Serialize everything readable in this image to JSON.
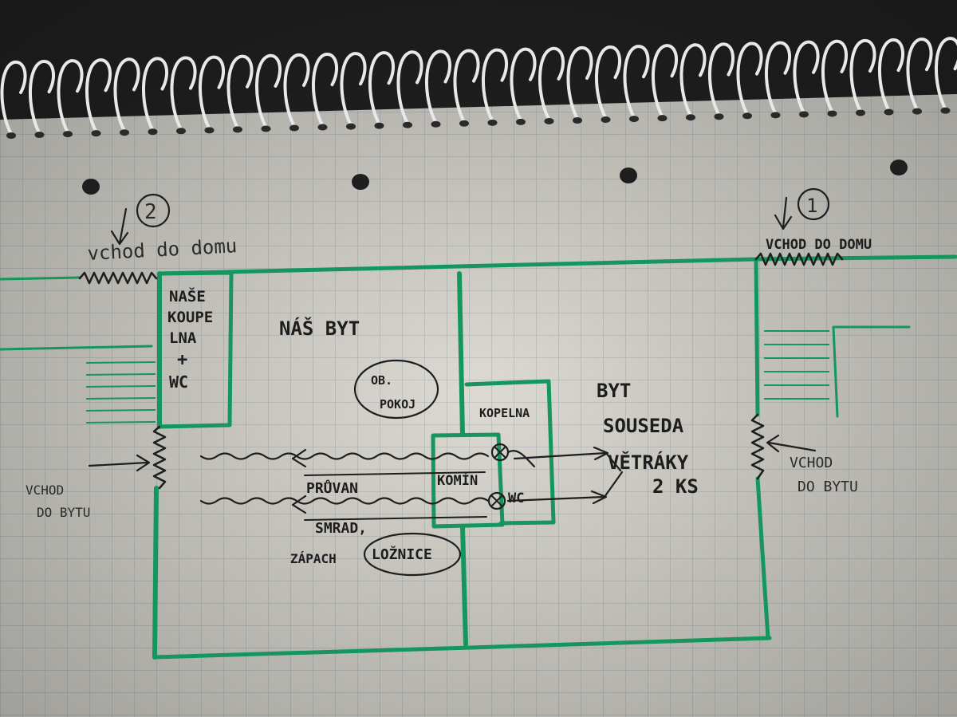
{
  "colors": {
    "paper": "#dcdad2",
    "grid": "#a9b2b8",
    "wall": "#15965f",
    "ink": "#1e1e1e",
    "background": "#232323",
    "spiral": "#e8e8e8"
  },
  "icons": [
    "spiral-binding-icon",
    "punch-hole-icon",
    "arrow-down-icon",
    "arrow-right-icon",
    "arrow-left-icon",
    "fan-icon",
    "door-zigzag-icon"
  ],
  "labels": {
    "entrance_left_number": "2",
    "entrance_left_text": "vchod do domu",
    "entrance_right_number": "1",
    "entrance_right_text": "VCHOD DO DOMU",
    "bathroom_lines": [
      "NAŠE",
      "KOUPE",
      "LNA",
      "+",
      "WC"
    ],
    "our_flat": "NÁŠ BYT",
    "living_room_lines": [
      "OB.",
      "POKOJ"
    ],
    "neighbor_bathroom": "KOPELNA",
    "neighbor_flat_lines": [
      "BYT",
      "SOUSEDA"
    ],
    "fans_lines": [
      "VĚTRÁKY",
      "2 KS"
    ],
    "chimney": "KOMÍN",
    "neighbor_wc": "WC",
    "draft": "PRŮVAN",
    "smell_1": "SMRAD,",
    "smell_2": "ZÁPACH",
    "bedroom": "LOŽNICE",
    "flat_entrance_left_lines": [
      "VCHOD",
      "DO BYTU"
    ],
    "flat_entrance_right_lines": [
      "VCHOD",
      "DO BYTU"
    ]
  }
}
